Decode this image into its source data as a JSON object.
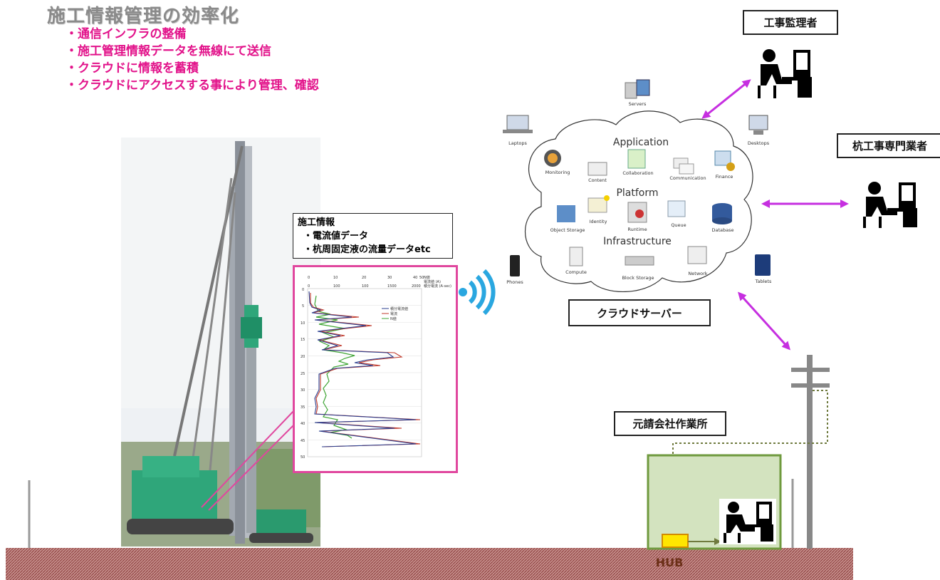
{
  "title": "施工情報管理の効率化",
  "bullets": [
    "・通信インフラの整備",
    "・施工管理情報データを無線にて送信",
    "・クラウドに情報を蓄積",
    "・クラウドにアクセスする事により管理、確認"
  ],
  "roles": {
    "supervisor": "工事監理者",
    "pile_specialist": "杭工事専門業者",
    "contractor_office": "元請会社作業所"
  },
  "cloud_server_label": "クラウドサーバー",
  "hub_label": "HUB",
  "construction_info": {
    "title": "施工情報",
    "items": [
      "・電流値データ",
      "・杭周固定液の流量データetc"
    ]
  },
  "cloud": {
    "layers": [
      "Application",
      "Platform",
      "Infrastructure"
    ],
    "services": [
      "Monitoring",
      "Content",
      "Collaboration",
      "Communication",
      "Finance",
      "Identity",
      "Object Storage",
      "Runtime",
      "Queue",
      "Database",
      "Compute",
      "Block Storage",
      "Network"
    ],
    "devices": [
      "Servers",
      "Laptops",
      "Desktops",
      "Phones",
      "Tablets"
    ]
  },
  "graph": {
    "top_ticks": [
      "0",
      "10",
      "20",
      "30",
      "40",
      "50"
    ],
    "bottom_ticks": [
      "0",
      "100",
      "100",
      "1500",
      "2000"
    ],
    "depth_ticks": [
      "0",
      "5",
      "10",
      "15",
      "20",
      "25",
      "30",
      "35",
      "40",
      "45",
      "50"
    ],
    "axis_labels": [
      "N値",
      "電流値 (A)",
      "積分電流 (A·sec)"
    ],
    "legend": [
      "積分電流値",
      "電流",
      "N値"
    ]
  },
  "colors": {
    "magenta": "#e2128a",
    "arrow": "#c62fe0",
    "ground": "#b3716f",
    "office_fill": "#d3e3bf",
    "office_border": "#6f9a3e",
    "hub": "#ffe600"
  }
}
